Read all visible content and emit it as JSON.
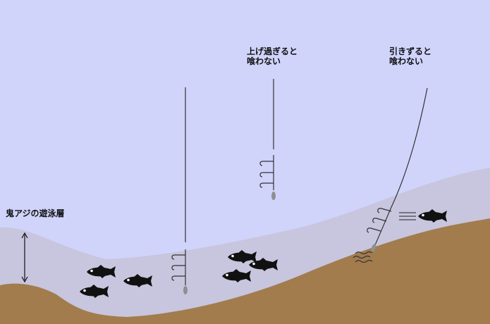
{
  "labels": {
    "school_layer": "鬼アジの遊泳層",
    "too_high": {
      "line1": "上げ過ぎると",
      "line2": "喰わない"
    },
    "dragging": {
      "line1": "引きずると",
      "line2": "喰わない"
    }
  },
  "colors": {
    "water": "#d0d4fb",
    "school_zone": "#c8c5de",
    "seabed": "#a27c4d",
    "line": "#333333",
    "fish": "#111111",
    "sinker": "#8f8f8f"
  }
}
